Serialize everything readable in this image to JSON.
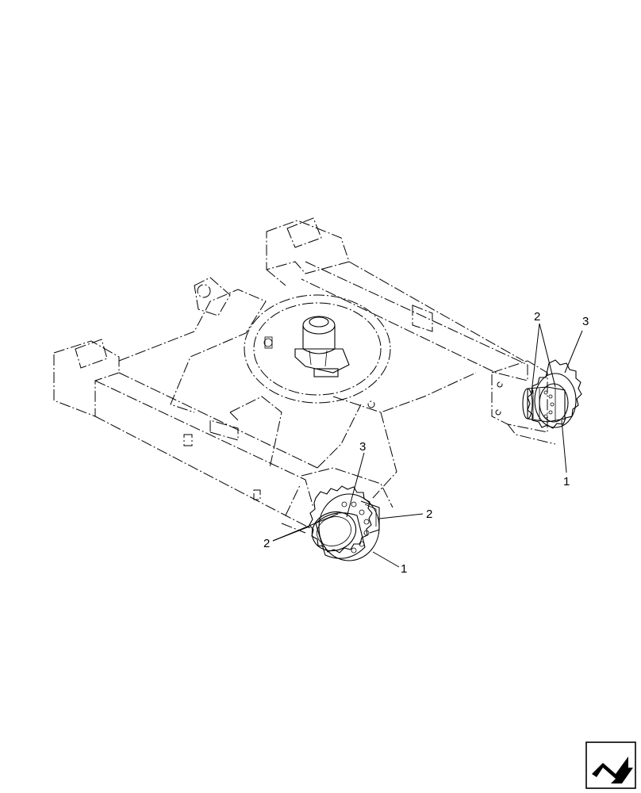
{
  "callouts": {
    "right_sprocket": "3",
    "right_bolts": "2",
    "right_hub": "1",
    "left_sprocket": "3",
    "left_bolts_right": "2",
    "left_bolts_left": "2",
    "left_hub": "1"
  },
  "icons": {
    "nav": "next-page-arrow-icon"
  }
}
